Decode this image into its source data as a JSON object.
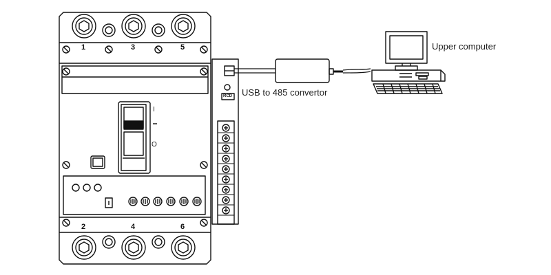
{
  "breaker": {
    "terminals_top": [
      "1",
      "3",
      "5"
    ],
    "terminals_bottom": [
      "2",
      "4",
      "6"
    ],
    "handle_on_mark": "I",
    "handle_off_mark": "O",
    "module_badge": "RCD"
  },
  "converter": {
    "label": "USB to 485 convertor"
  },
  "computer": {
    "label": "Upper computer"
  }
}
